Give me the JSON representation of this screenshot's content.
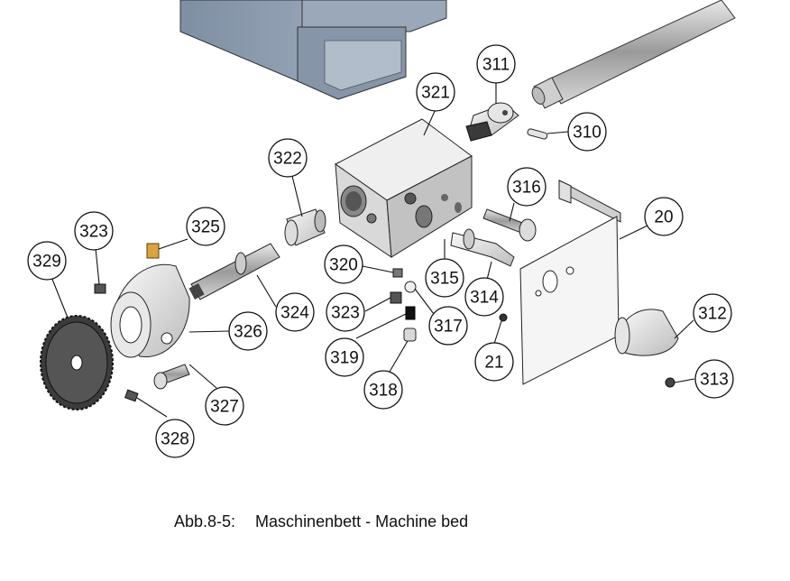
{
  "caption": {
    "figure_number": "Abb.8-5:",
    "title": "Maschinenbett - Machine bed"
  },
  "parts": {
    "p311": "311",
    "p310": "310",
    "p321": "321",
    "p322": "322",
    "p316": "316",
    "p20": "20",
    "p323a": "323",
    "p325": "325",
    "p329": "329",
    "p320": "320",
    "p315": "315",
    "p314": "314",
    "p312": "312",
    "p324": "324",
    "p323b": "323",
    "p317": "317",
    "p326": "326",
    "p319": "319",
    "p21": "21",
    "p313": "313",
    "p318": "318",
    "p327": "327",
    "p328": "328"
  }
}
